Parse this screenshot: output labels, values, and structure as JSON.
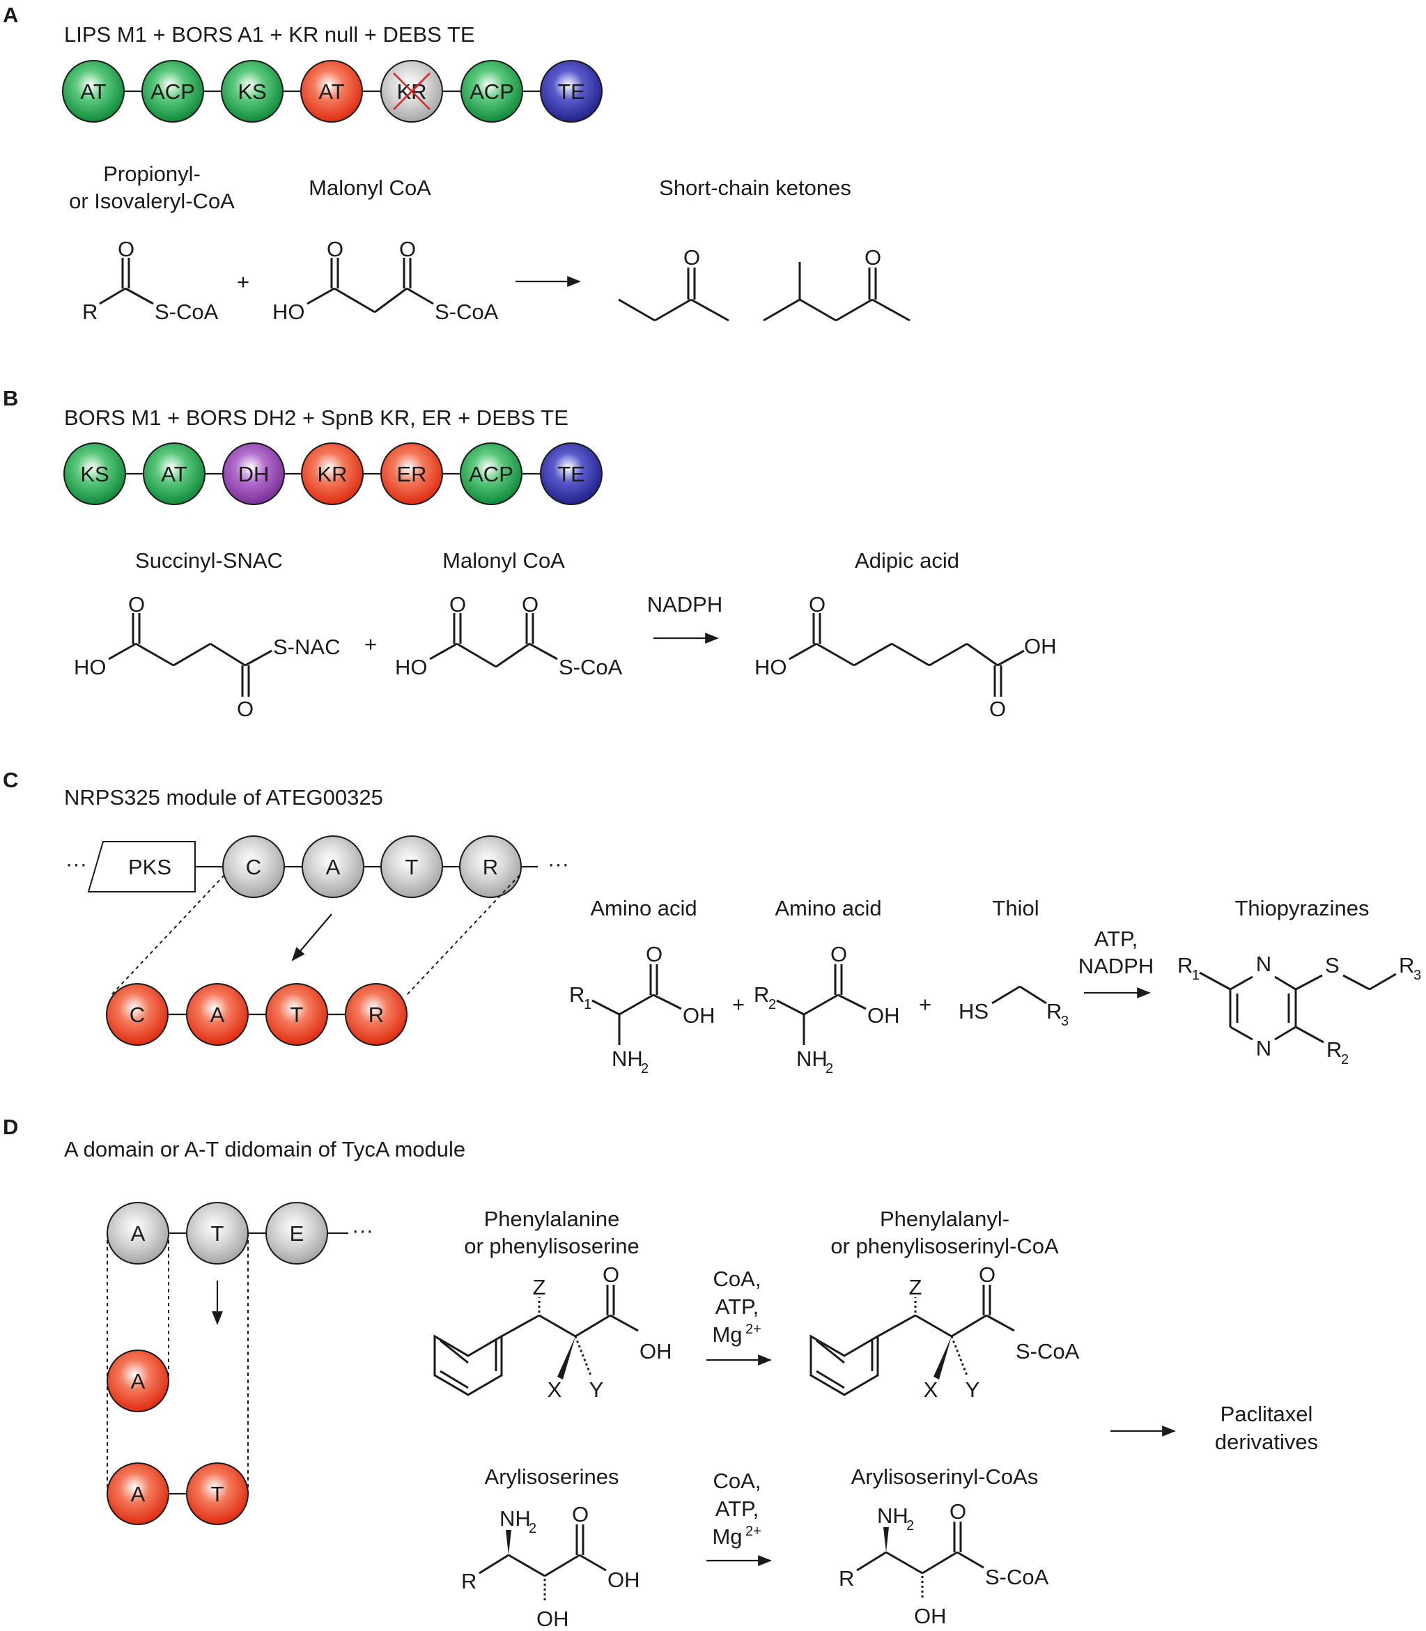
{
  "panels": {
    "A": {
      "letter": "A",
      "title": "LIPS M1 + BORS A1 + KR null + DEBS TE",
      "domains": [
        "AT",
        "ACP",
        "KS",
        "AT",
        "KR",
        "ACP",
        "TE"
      ],
      "substrate1": [
        "Propionyl-",
        "or Isovaleryl-CoA"
      ],
      "substrate2": "Malonyl CoA",
      "product": "Short-chain ketones",
      "r_label": "R",
      "scoa": "S-CoA",
      "ho": "HO",
      "o": "O",
      "plus": "+"
    },
    "B": {
      "letter": "B",
      "title": "BORS M1 + BORS DH2 + SpnB KR, ER + DEBS TE",
      "domains": [
        "KS",
        "AT",
        "DH",
        "KR",
        "ER",
        "ACP",
        "TE"
      ],
      "substrate1": "Succinyl-SNAC",
      "substrate2": "Malonyl CoA",
      "product": "Adipic acid",
      "cofactor": "NADPH",
      "snac": "S-NAC",
      "scoa": "S-CoA",
      "ho": "HO",
      "oh": "OH",
      "o": "O",
      "plus": "+"
    },
    "C": {
      "letter": "C",
      "title": "NRPS325 module of ATEG00325",
      "pks": "PKS",
      "ellipsis": "···",
      "domains_top": [
        "C",
        "A",
        "T",
        "R"
      ],
      "domains_bottom": [
        "C",
        "A",
        "T",
        "R"
      ],
      "aa1": "Amino acid",
      "aa2": "Amino acid",
      "thiol": "Thiol",
      "product": "Thiopyrazines",
      "conditions": [
        "ATP,",
        "NADPH"
      ],
      "r": "R",
      "n": "N",
      "s": "S",
      "hs": "HS",
      "nh2": "NH",
      "oh": "OH",
      "o": "O",
      "plus": "+",
      "sub1": "1",
      "sub2": "2",
      "sub3": "3"
    },
    "D": {
      "letter": "D",
      "title": "A domain or A-T didomain of TycA module",
      "domains_top": [
        "A",
        "T",
        "E"
      ],
      "ellipsis": "···",
      "domain_a": "A",
      "domain_at": [
        "A",
        "T"
      ],
      "substrate1": [
        "Phenylalanine",
        "or phenylisoserine"
      ],
      "product1": [
        "Phenylalanyl-",
        "or phenylisoserinyl-CoA"
      ],
      "substrate2": "Arylisoserines",
      "product2": "Arylisoserinyl-CoAs",
      "final": [
        "Paclitaxel",
        "derivatives"
      ],
      "conditions": [
        "CoA,",
        "ATP,",
        "Mg"
      ],
      "mg_charge": "2+",
      "z": "Z",
      "x": "X",
      "y": "Y",
      "r": "R",
      "oh": "OH",
      "o": "O",
      "nh2": "NH",
      "two": "2",
      "scoa": "S-CoA"
    }
  },
  "colors": {
    "green": "#1e9e4a",
    "red": "#e8381c",
    "purple": "#8b3fa8",
    "blue": "#2a2a9a",
    "grey": "#b8b8b8",
    "cross": "#e02020"
  }
}
